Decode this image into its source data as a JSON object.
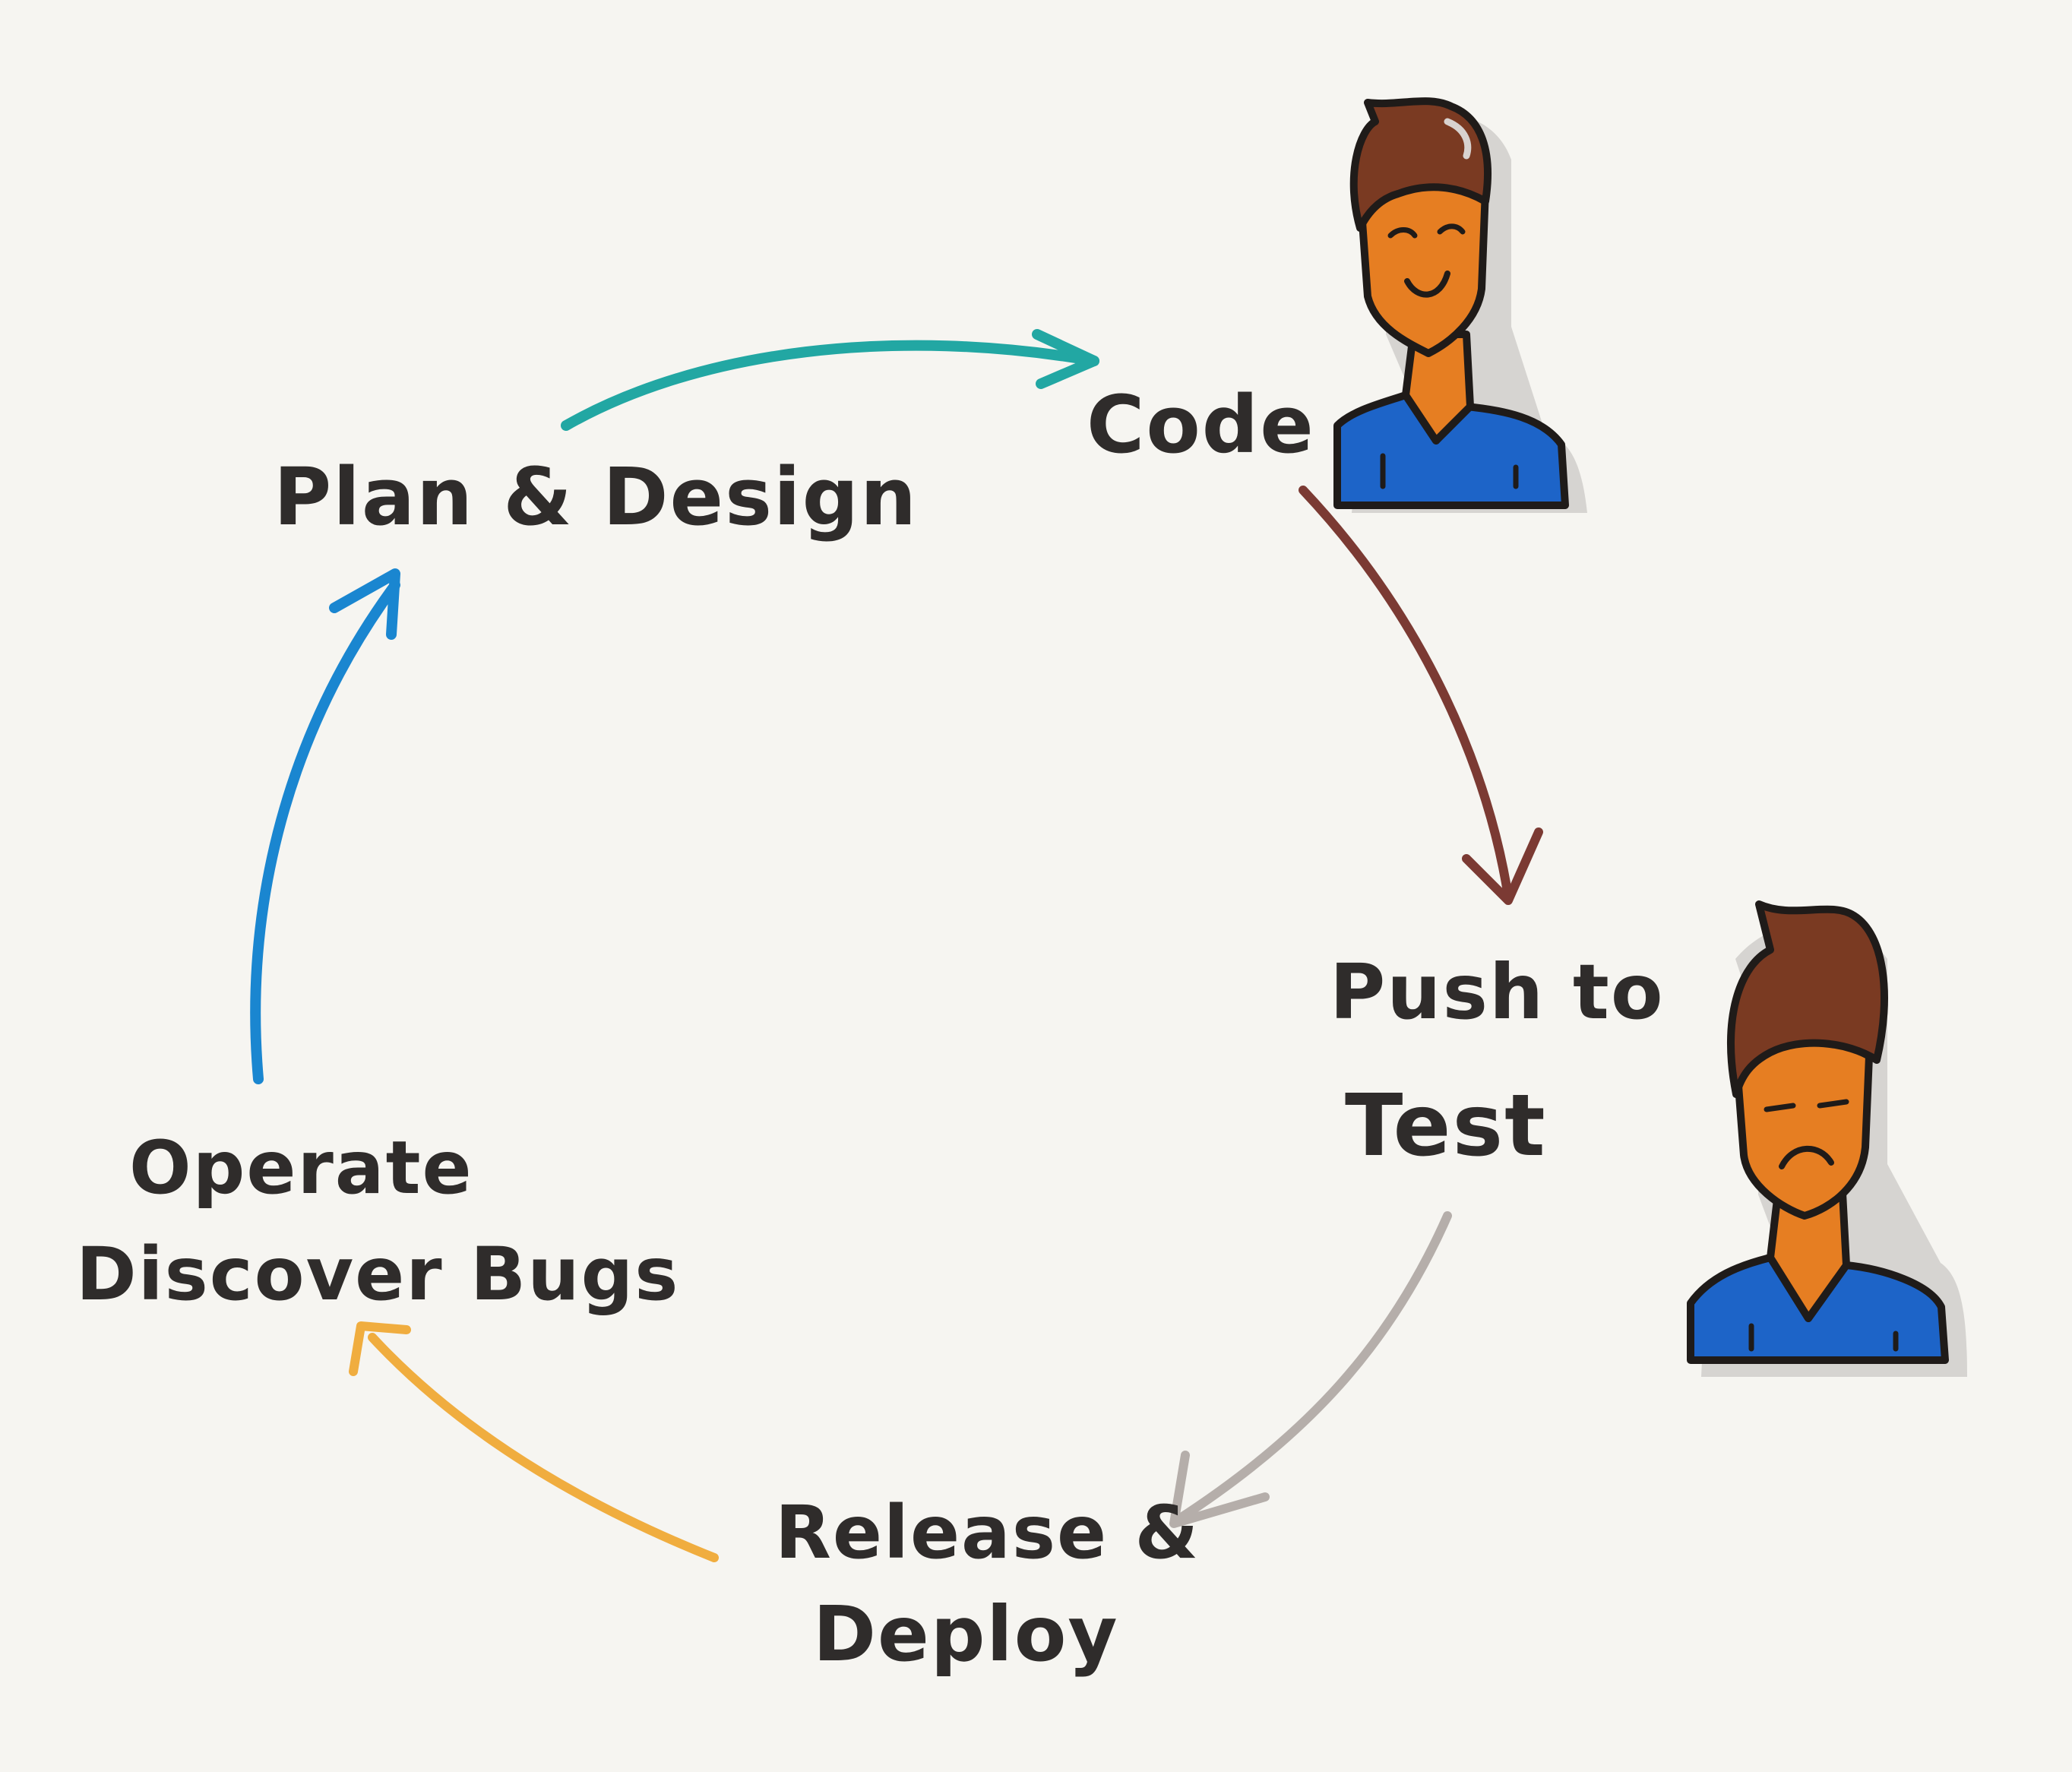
{
  "steps": [
    {
      "name": "plan",
      "line1": "Plan & Design",
      "line2": ""
    },
    {
      "name": "code",
      "line1": "Code",
      "line2": ""
    },
    {
      "name": "push",
      "line1": "Push to",
      "line2": "Test"
    },
    {
      "name": "release",
      "line1": "Release &",
      "line2": "Deploy"
    },
    {
      "name": "operate",
      "line1": "Operate",
      "line2": "Discover Bugs"
    }
  ],
  "colors": {
    "ink": "#2f2c2b",
    "arrow_plan_to_code": "#22a7a3",
    "arrow_code_to_push": "#7b3a33",
    "arrow_push_to_release": "#b5aeaa",
    "arrow_release_to_operate": "#f0ad3f",
    "arrow_operate_to_plan": "#1a86d0",
    "skin": "#e67e22",
    "hair": "#7a3a22",
    "shirt": "#1d64c8"
  },
  "people": [
    {
      "name": "happy-developer",
      "expression": "smile"
    },
    {
      "name": "unhappy-developer",
      "expression": "frown"
    }
  ]
}
